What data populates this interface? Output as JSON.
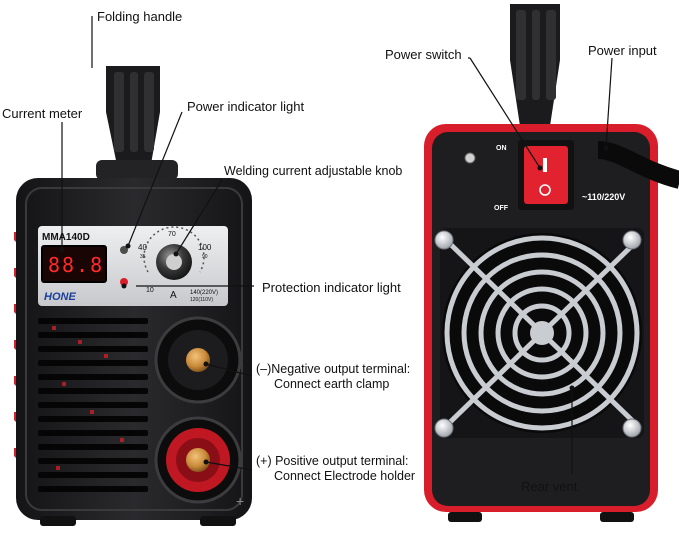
{
  "callouts": {
    "folding_handle": "Folding handle",
    "current_meter": "Current meter",
    "power_indicator_light": "Power indicator light",
    "welding_current_knob": "Welding current adjustable knob",
    "protection_indicator_light": "Protection indicator light",
    "negative_terminal_line1": "(–)Negative output terminal:",
    "negative_terminal_line2": "Connect earth clamp",
    "positive_terminal_line1": "(+) Positive output terminal:",
    "positive_terminal_line2": "Connect Electrode holder",
    "power_switch": "Power switch",
    "power_input": "Power input",
    "rear_vent": "Rear vent"
  },
  "front_panel": {
    "model": "MMA140D",
    "brand": "HONE",
    "display_value": "88.8",
    "dial_marks": [
      "40",
      "70",
      "100",
      "10"
    ],
    "dial_sub_marks": [
      "35",
      "90"
    ],
    "unit": "A",
    "rating_line1": "140(220V)",
    "rating_line2": "120(110V)"
  },
  "rear_panel": {
    "switch_on": "ON",
    "switch_off": "OFF",
    "voltage": "~110/220V"
  },
  "colors": {
    "body": "#1e1e20",
    "frame": "#2a2a2c",
    "accent_red": "#d81e2a",
    "panel_silver": "#d9dadc",
    "display_red": "#ff2a2a",
    "copper": "#c98a3a"
  }
}
